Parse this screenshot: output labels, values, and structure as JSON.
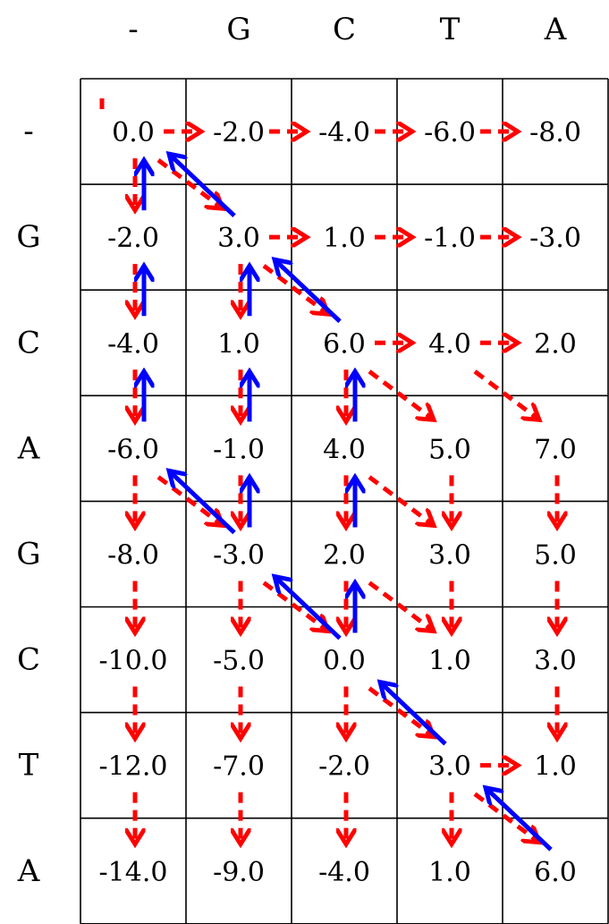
{
  "columns": [
    "-",
    "G",
    "C",
    "T",
    "A"
  ],
  "rows": [
    "-",
    "G",
    "C",
    "A",
    "G",
    "C",
    "T",
    "A"
  ],
  "matrix": [
    [
      "0.0",
      "-2.0",
      "-4.0",
      "-6.0",
      "-8.0"
    ],
    [
      "-2.0",
      "3.0",
      "1.0",
      "-1.0",
      "-3.0"
    ],
    [
      "-4.0",
      "1.0",
      "6.0",
      "4.0",
      "2.0"
    ],
    [
      "-6.0",
      "-1.0",
      "4.0",
      "5.0",
      "7.0"
    ],
    [
      "-8.0",
      "-3.0",
      "2.0",
      "3.0",
      "5.0"
    ],
    [
      "-10.0",
      "-5.0",
      "0.0",
      "1.0",
      "3.0"
    ],
    [
      "-12.0",
      "-7.0",
      "-2.0",
      "3.0",
      "1.0"
    ],
    [
      "-14.0",
      "-9.0",
      "-4.0",
      "1.0",
      "6.0"
    ]
  ],
  "arrow_colors": {
    "forward": "#ff0000",
    "traceback": "#0000ff"
  },
  "forward_arrows": {
    "right": [
      [
        0,
        0
      ],
      [
        0,
        1
      ],
      [
        0,
        2
      ],
      [
        0,
        3
      ],
      [
        1,
        1
      ],
      [
        1,
        2
      ],
      [
        1,
        3
      ],
      [
        2,
        2
      ],
      [
        2,
        3
      ],
      [
        6,
        3
      ]
    ],
    "down": [
      [
        0,
        0
      ],
      [
        1,
        0
      ],
      [
        2,
        0
      ],
      [
        3,
        0
      ],
      [
        4,
        0
      ],
      [
        5,
        0
      ],
      [
        6,
        0
      ],
      [
        1,
        1
      ],
      [
        2,
        1
      ],
      [
        3,
        1
      ],
      [
        4,
        1
      ],
      [
        5,
        1
      ],
      [
        6,
        1
      ],
      [
        2,
        2
      ],
      [
        3,
        2
      ],
      [
        4,
        2
      ],
      [
        5,
        2
      ],
      [
        6,
        2
      ],
      [
        3,
        3
      ],
      [
        4,
        3
      ],
      [
        6,
        3
      ],
      [
        3,
        4
      ],
      [
        4,
        4
      ],
      [
        5,
        4
      ]
    ],
    "diagonal": [
      [
        0,
        0
      ],
      [
        1,
        1
      ],
      [
        2,
        3
      ],
      [
        2,
        2
      ],
      [
        3,
        0
      ],
      [
        3,
        2
      ],
      [
        4,
        1
      ],
      [
        4,
        2
      ],
      [
        5,
        2
      ],
      [
        6,
        3
      ]
    ]
  },
  "traceback_arrows": {
    "up": [
      [
        1,
        0
      ],
      [
        2,
        0
      ],
      [
        3,
        0
      ],
      [
        2,
        1
      ],
      [
        3,
        1
      ],
      [
        4,
        1
      ],
      [
        3,
        2
      ],
      [
        4,
        2
      ],
      [
        5,
        2
      ]
    ],
    "diagonal": [
      [
        1,
        1
      ],
      [
        2,
        2
      ],
      [
        4,
        1
      ],
      [
        5,
        2
      ],
      [
        6,
        3
      ],
      [
        7,
        4
      ]
    ]
  }
}
